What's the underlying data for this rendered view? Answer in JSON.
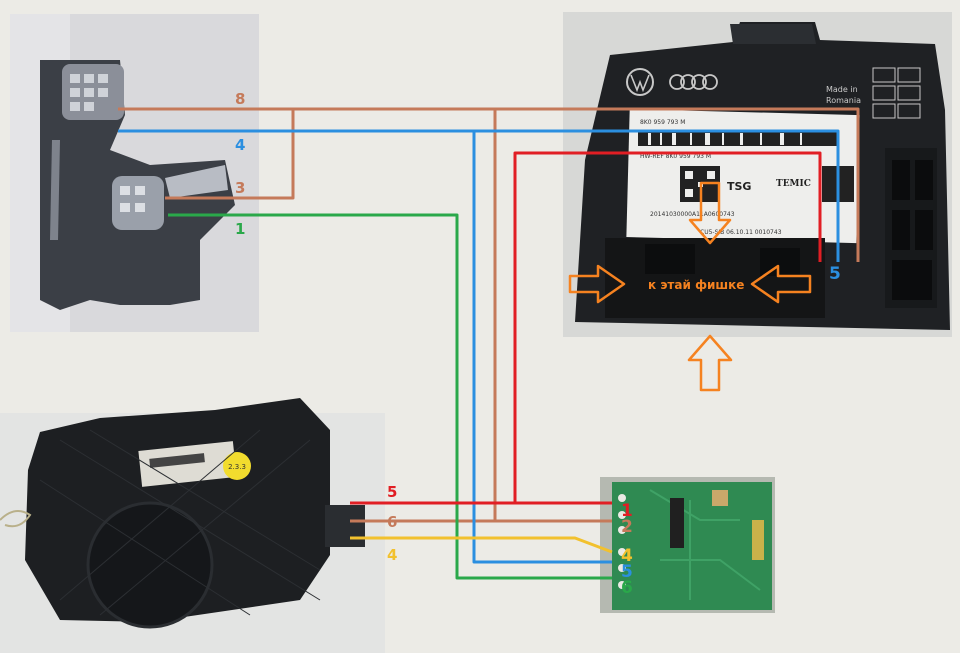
{
  "colors": {
    "wire_red": "#e11e24",
    "wire_brown": "#c57a5a",
    "wire_blue": "#2b8fe0",
    "wire_green": "#2aa84a",
    "wire_yellow": "#f2c12e",
    "arrow_orange": "#f58220",
    "callout_text": "#f58220"
  },
  "icons": {
    "vw_logo": "vw-logo-icon",
    "audi_rings": "audi-rings-icon",
    "arrow": "hollow-arrow-icon"
  },
  "door_lock_connector": {
    "wire_labels": [
      {
        "pin": "8",
        "color": "wire_brown"
      },
      {
        "pin": "4",
        "color": "wire_blue"
      },
      {
        "pin": "3",
        "color": "wire_brown"
      },
      {
        "pin": "1",
        "color": "wire_green"
      }
    ]
  },
  "door_module": {
    "made_in_1": "Made in",
    "made_in_2": "Romania",
    "part_number": "8K0 959 793 M",
    "hw_line": "HW-REF 8K0 959 793 M",
    "brand_tsg": "TSG",
    "brand_temic": "TEMIC",
    "serial_line": "20141030000A11A0600743",
    "sub_line": "CU5-SIB  06.10.11 0010743",
    "pin_label": "5",
    "callout": "к этай фишке"
  },
  "actuator": {
    "wire_labels": [
      {
        "pin": "5",
        "color": "wire_red"
      },
      {
        "pin": "6",
        "color": "wire_brown"
      },
      {
        "pin": "4",
        "color": "wire_yellow"
      }
    ],
    "sticker": "2.3.3"
  },
  "pcb": {
    "pins": [
      {
        "pin": "1",
        "color": "wire_red"
      },
      {
        "pin": "2",
        "color": "wire_brown"
      },
      {
        "pin": "4",
        "color": "wire_yellow"
      },
      {
        "pin": "5",
        "color": "wire_blue"
      },
      {
        "pin": "6",
        "color": "wire_green"
      }
    ]
  }
}
